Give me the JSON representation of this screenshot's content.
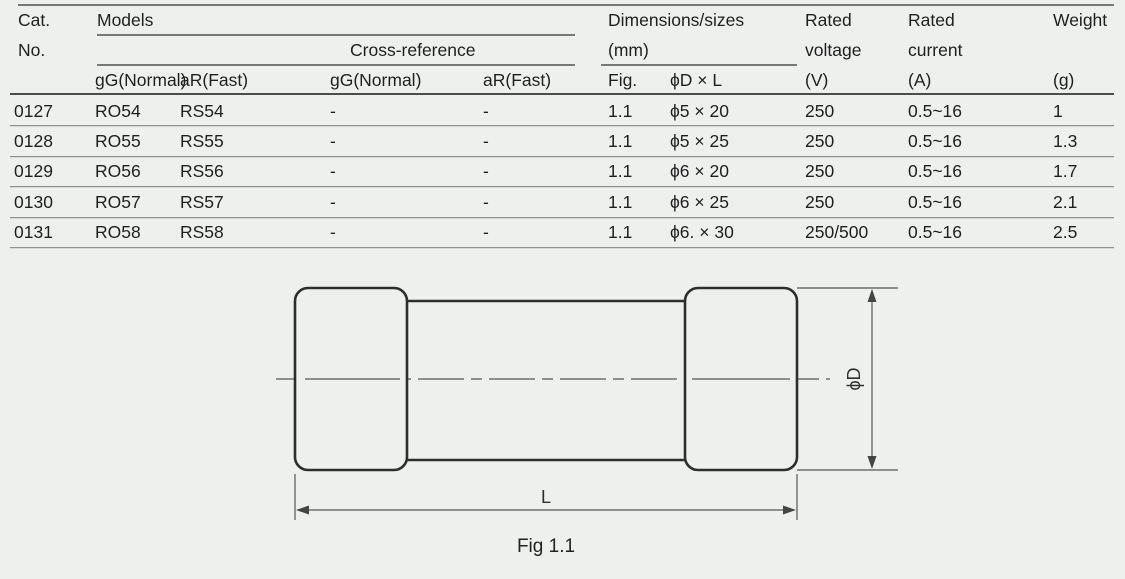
{
  "table": {
    "headers": {
      "cat": [
        "Cat.",
        "No."
      ],
      "models": "Models",
      "cross_reference": "Cross-reference",
      "dimensions": "Dimensions/sizes",
      "dimensions_unit": "(mm)",
      "rated_voltage": [
        "Rated",
        "voltage",
        "(V)"
      ],
      "rated_current": [
        "Rated",
        "current",
        "(A)"
      ],
      "weight": [
        "Weight",
        "(g)"
      ],
      "sub": [
        "gG(Normal)",
        "aR(Fast)",
        "gG(Normal)",
        "aR(Fast)",
        "Fig.",
        "ϕD × L",
        "(V)",
        "(A)",
        "(g)"
      ]
    },
    "rows": [
      [
        "0127",
        "RO54",
        "RS54",
        "-",
        "-",
        "1.1",
        "ϕ5 × 20",
        "250",
        "0.5~16",
        "1"
      ],
      [
        "0128",
        "RO55",
        "RS55",
        "-",
        "-",
        "1.1",
        "ϕ5 × 25",
        "250",
        "0.5~16",
        "1.3"
      ],
      [
        "0129",
        "RO56",
        "RS56",
        "-",
        "-",
        "1.1",
        "ϕ6 × 20",
        "250",
        "0.5~16",
        "1.7"
      ],
      [
        "0130",
        "RO57",
        "RS57",
        "-",
        "-",
        "1.1",
        "ϕ6 × 25",
        "250",
        "0.5~16",
        "2.1"
      ],
      [
        "0131",
        "RO58",
        "RS58",
        "-",
        "-",
        "1.1",
        "ϕ6. × 30",
        "250/500",
        "0.5~16",
        "2.5"
      ]
    ]
  },
  "figure": {
    "dim_diameter_label": "ϕD",
    "dim_length_label": "L",
    "caption": "Fig 1.1"
  },
  "colors": {
    "background": "#eef0ee",
    "text": "#1f1f1f",
    "rule_dark": "#4c4c4c",
    "rule_gray": "#919191",
    "drawing_stroke": "#2e2e2e"
  }
}
